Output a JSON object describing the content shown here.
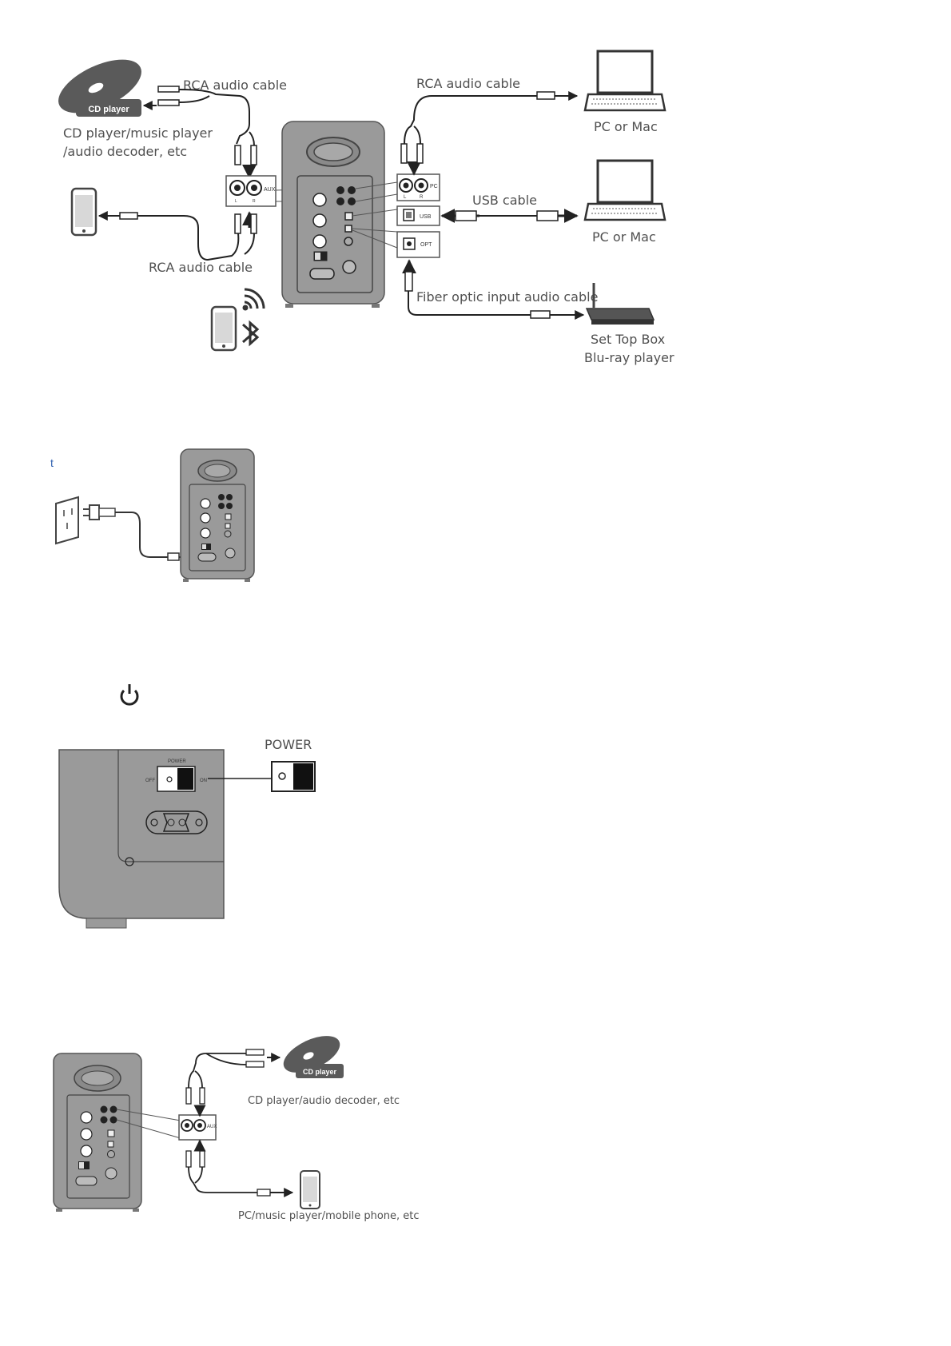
{
  "figure1": {
    "labels": {
      "rca_left_top": "RCA audio cable",
      "cd_source": "CD player/music player",
      "cd_source_line2": "/audio decoder, etc",
      "rca_left_bottom": "RCA audio cable",
      "rca_right_top": "RCA audio cable",
      "pc_mac_1": "PC or Mac",
      "usb_cable": "USB cable",
      "pc_mac_2": "PC or Mac",
      "fiber": "Fiber optic input audio cable",
      "stb_line1": "Set Top Box",
      "stb_line2": "Blu-ray player",
      "cd_logo": "CD player",
      "aux": "AUX",
      "pc": "PC",
      "usb": "USB",
      "opt": "OPT",
      "l": "L",
      "r": "R"
    }
  },
  "figure2": {
    "marker": "t"
  },
  "figure3": {
    "power_label": "POWER",
    "panel_power": "POWER",
    "off": "OFF",
    "on": "ON"
  },
  "figure4": {
    "cd_label": "CD player/audio decoder, etc",
    "pc_label": "PC/music player/mobile phone, etc",
    "cd_logo": "CD player",
    "aux": "AUX"
  },
  "colors": {
    "speaker_fill": "#9a9a9a",
    "speaker_stroke": "#555555",
    "line": "#222222",
    "label": "#505050",
    "marker": "#3060b0"
  }
}
